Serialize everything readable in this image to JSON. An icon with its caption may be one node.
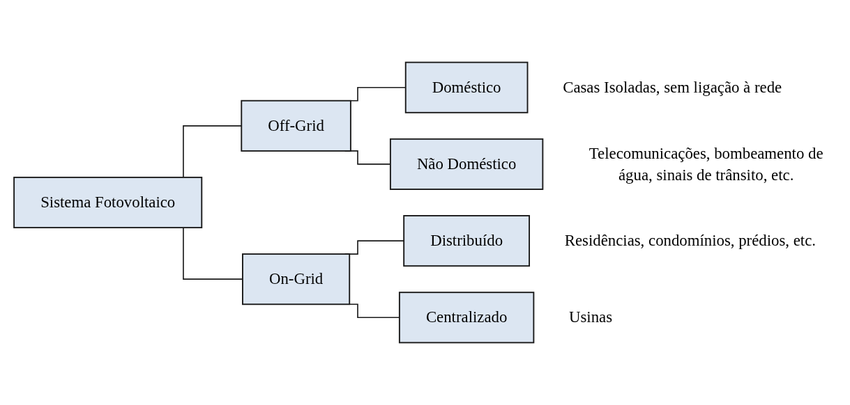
{
  "diagram": {
    "nodes": [
      {
        "text": [
          "Sistema Fotovoltaico"
        ]
      },
      {
        "text": [
          "Off-Grid"
        ]
      },
      {
        "text": [
          "On-Grid"
        ]
      },
      {
        "text": [
          "Doméstico"
        ],
        "beside": [
          "Casas Isoladas, sem ligação à rede"
        ]
      },
      {
        "text": [
          "Não Doméstico"
        ],
        "beside": [
          "Telecomunicações, bombeamento de água, sinais de trânsito, etc."
        ]
      },
      {
        "text": [
          "Distribuído"
        ],
        "beside": [
          "Residências, condomínios, prédios, etc."
        ]
      },
      {
        "text": [
          "Centralizado"
        ],
        "beside": [
          "Usinas"
        ]
      }
    ],
    "edges": [
      {
        "from": 0,
        "to": 1,
        "arrow": "none"
      },
      {
        "from": 0,
        "to": 2,
        "arrow": "none"
      },
      {
        "from": 1,
        "to": 3,
        "arrow": "none"
      },
      {
        "from": 1,
        "to": 4,
        "arrow": "none"
      },
      {
        "from": 2,
        "to": 5,
        "arrow": "none"
      },
      {
        "from": 2,
        "to": 6,
        "arrow": "none"
      }
    ]
  }
}
